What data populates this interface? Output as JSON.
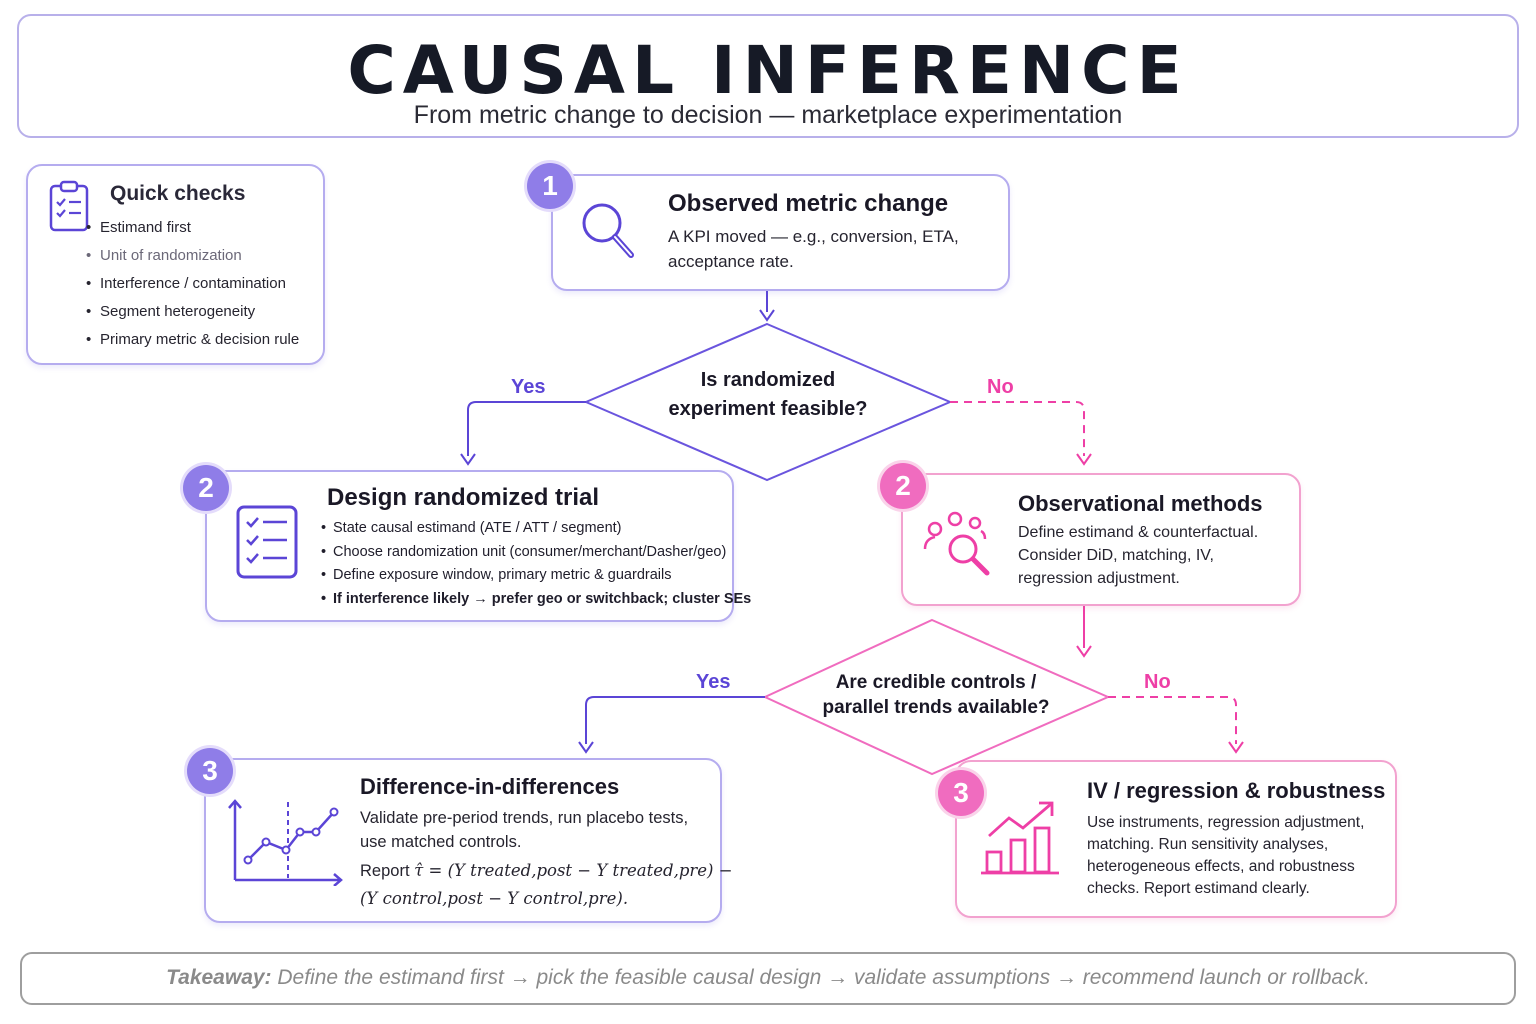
{
  "header": {
    "title": "CAUSAL INFERENCE",
    "subtitle": "From metric change to decision — marketplace experimentation"
  },
  "quick_checks": {
    "title": "Quick checks",
    "icon": "clipboard-checklist-icon",
    "items": [
      "Estimand first",
      "Unit of randomization",
      "Interference / contamination",
      "Segment heterogeneity",
      "Primary metric & decision rule"
    ]
  },
  "step1": {
    "number": "1",
    "title": "Observed metric change",
    "text": "A KPI moved — e.g., conversion, ETA, acceptance rate.",
    "icon": "magnifier-icon"
  },
  "decision1": {
    "text": "Is randomized experiment feasible?",
    "yes_label": "Yes",
    "no_label": "No"
  },
  "step2_rct": {
    "number": "2",
    "title": "Design randomized trial",
    "icon": "checklist-icon",
    "bullets": [
      "State causal estimand (ATE / ATT / segment)",
      "Choose randomization unit (consumer/merchant/Dasher/geo)",
      "Define exposure window, primary metric & guardrails",
      "If interference likely → prefer geo or switchback; cluster SEs"
    ]
  },
  "step2_obs": {
    "number": "2",
    "title": "Observational methods",
    "icon": "people-search-icon",
    "text": "Define estimand & counterfactual. Consider DiD, matching, IV, regression adjustment."
  },
  "decision2": {
    "text": "Are credible controls / parallel trends available?",
    "yes_label": "Yes",
    "no_label": "No"
  },
  "step3_did": {
    "number": "3",
    "title": "Difference-in-differences",
    "icon": "line-chart-icon",
    "text": "Validate pre-period trends, run placebo tests, use matched controls.",
    "report_label": "Report",
    "formula_line1": "τ̂ = (Y treated,post − Y treated,pre) −",
    "formula_line2": "(Y control,post − Y control,pre)."
  },
  "step3_iv": {
    "number": "3",
    "title": "IV / regression & robustness",
    "icon": "bar-chart-trend-icon",
    "text": "Use instruments, regression adjustment, matching. Run sensitivity analyses, heterogeneous effects, and robustness checks. Report estimand clearly."
  },
  "takeaway": {
    "label": "Takeaway:",
    "text": " Define the estimand first → pick the feasible causal design → validate assumptions → recommend launch or rollback."
  },
  "colors": {
    "purple": "#5b45d6",
    "pink": "#ee3fa6",
    "purple_border": "#b5acef",
    "pink_border": "#f2a2cf"
  }
}
